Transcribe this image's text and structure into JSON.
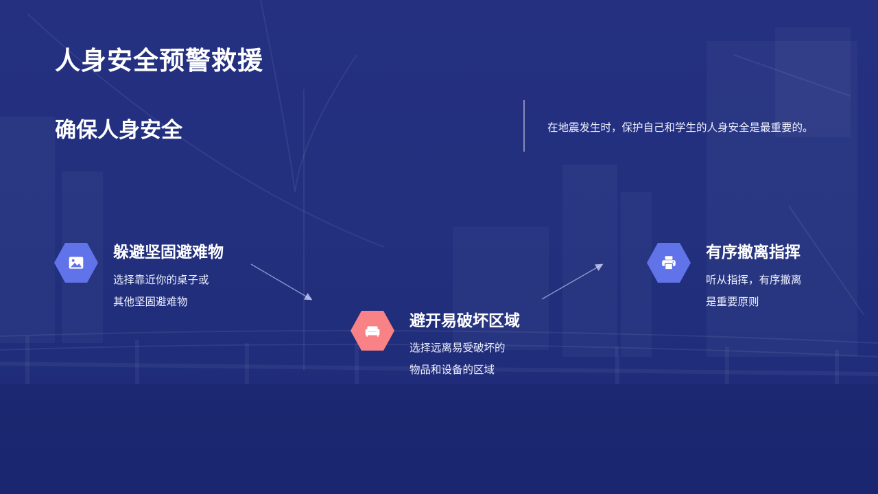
{
  "header": {
    "title": "人身安全预警救援",
    "subtitle": "确保人身安全",
    "description": "在地震发生时，保护自己和学生的人身安全是最重要的。"
  },
  "items": [
    {
      "title": "躲避坚固避难物",
      "lines": [
        "选择靠近你的桌子或",
        "其他坚固避难物"
      ],
      "icon": "image-icon",
      "color": "#6173e8"
    },
    {
      "title": "避开易破坏区域",
      "lines": [
        "选择远离易受破坏的",
        "物品和设备的区域"
      ],
      "icon": "sofa-icon",
      "color": "#f98286"
    },
    {
      "title": "有序撤离指挥",
      "lines": [
        "听从指挥，有序撤离",
        "是重要原则"
      ],
      "icon": "printer-icon",
      "color": "#6173e8"
    }
  ],
  "colors": {
    "background": "#22307e",
    "accent_blue": "#6173e8",
    "accent_pink": "#f98286",
    "text": "#ffffff"
  }
}
